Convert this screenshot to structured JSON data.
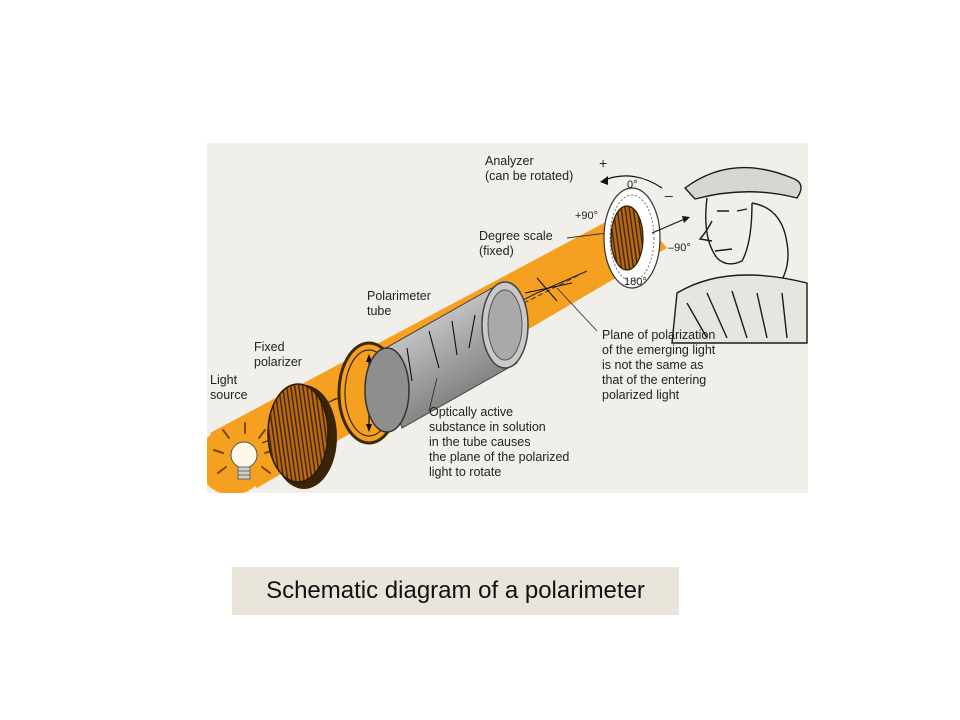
{
  "caption": "Schematic diagram of a polarimeter",
  "labels": {
    "light_source": "Light\nsource",
    "fixed_polarizer": "Fixed\npolarizer",
    "polarimeter_tube": "Polarimeter\ntube",
    "degree_scale": "Degree scale\n(fixed)",
    "analyzer": "Analyzer\n(can be rotated)",
    "optically_active": "Optically active\nsubstance in solution\nin the tube causes\nthe plane of the polarized\nlight to rotate",
    "plane_of_polarization": "Plane of polarization\nof the emerging light\nis not the same as\nthat of the entering\npolarized light"
  },
  "scale": {
    "zero": "0°",
    "plus90": "+90°",
    "minus90": "–90°",
    "deg180": "180°",
    "plus": "+",
    "minus": "–"
  },
  "colors": {
    "beam": "#f5a020",
    "figure_bg": "#f1efe9",
    "tube": "#9a9a9a",
    "caption_bg": "#e9e5da"
  }
}
